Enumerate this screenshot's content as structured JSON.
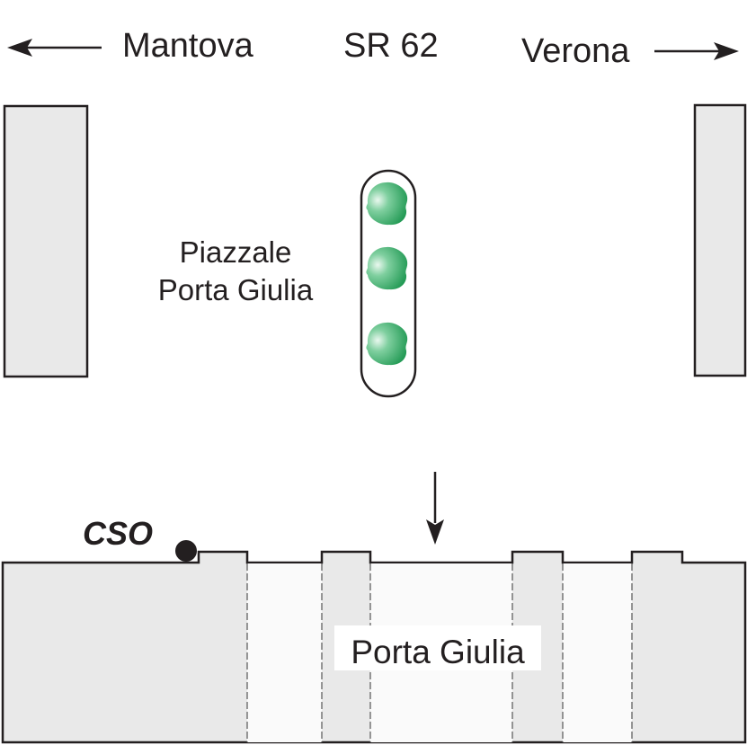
{
  "directions": {
    "left_destination": "Mantova",
    "road": "SR 62",
    "right_destination": "Verona"
  },
  "square": {
    "name_line1": "Piazzale",
    "name_line2": "Porta Giulia"
  },
  "gate": {
    "name": "Porta Giulia"
  },
  "marker": {
    "label": "CSO"
  },
  "colors": {
    "outline": "#231f20",
    "wall_fill": "#e9e9e9",
    "arch_fill": "#fafafa",
    "tree_green": "#2e9e5b",
    "tree_highlight": "#d9f2e3"
  },
  "icons": {
    "left_arrow": "arrow-left-icon",
    "right_arrow": "arrow-right-icon",
    "down_arrow": "arrow-down-icon",
    "trees": "tree-icon",
    "marker": "dot-marker-icon"
  }
}
